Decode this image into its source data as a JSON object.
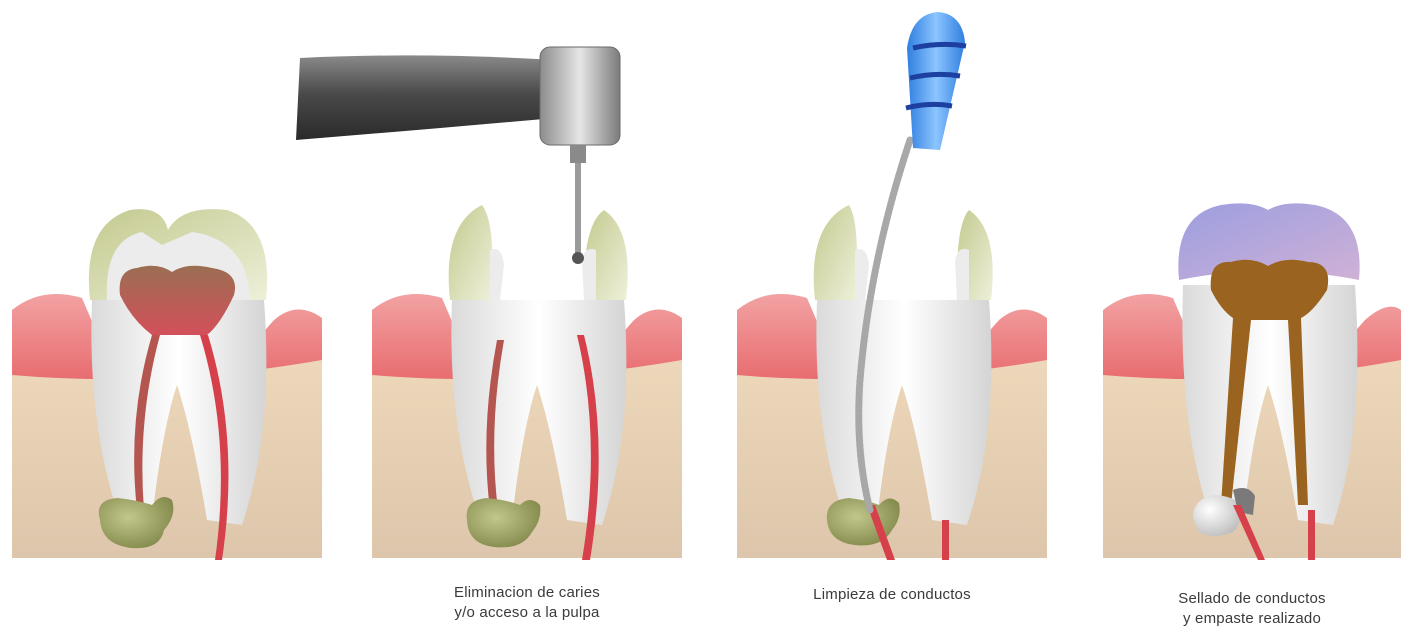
{
  "steps": [
    {
      "caption_lines": []
    },
    {
      "caption_lines": [
        "Eliminacion de caries",
        "y/o acceso a la pulpa"
      ]
    },
    {
      "caption_lines": [
        "Limpieza de conductos"
      ]
    },
    {
      "caption_lines": [
        "Sellado de conductos",
        "y empaste realizado"
      ]
    }
  ],
  "colors": {
    "gum": "#ec7b7c",
    "bone": "#e5cdae",
    "dentin": "#f2f2f2",
    "enamel": "#d7dcb2",
    "pulp_infected": "#c36a5c",
    "nerve": "#d6404a",
    "abscess": "#9da463",
    "filling_material": "#9a6420",
    "crown": "#a7a3d8",
    "file_handle": "#4d9cf0",
    "drill_body": "#6a6a6a"
  }
}
